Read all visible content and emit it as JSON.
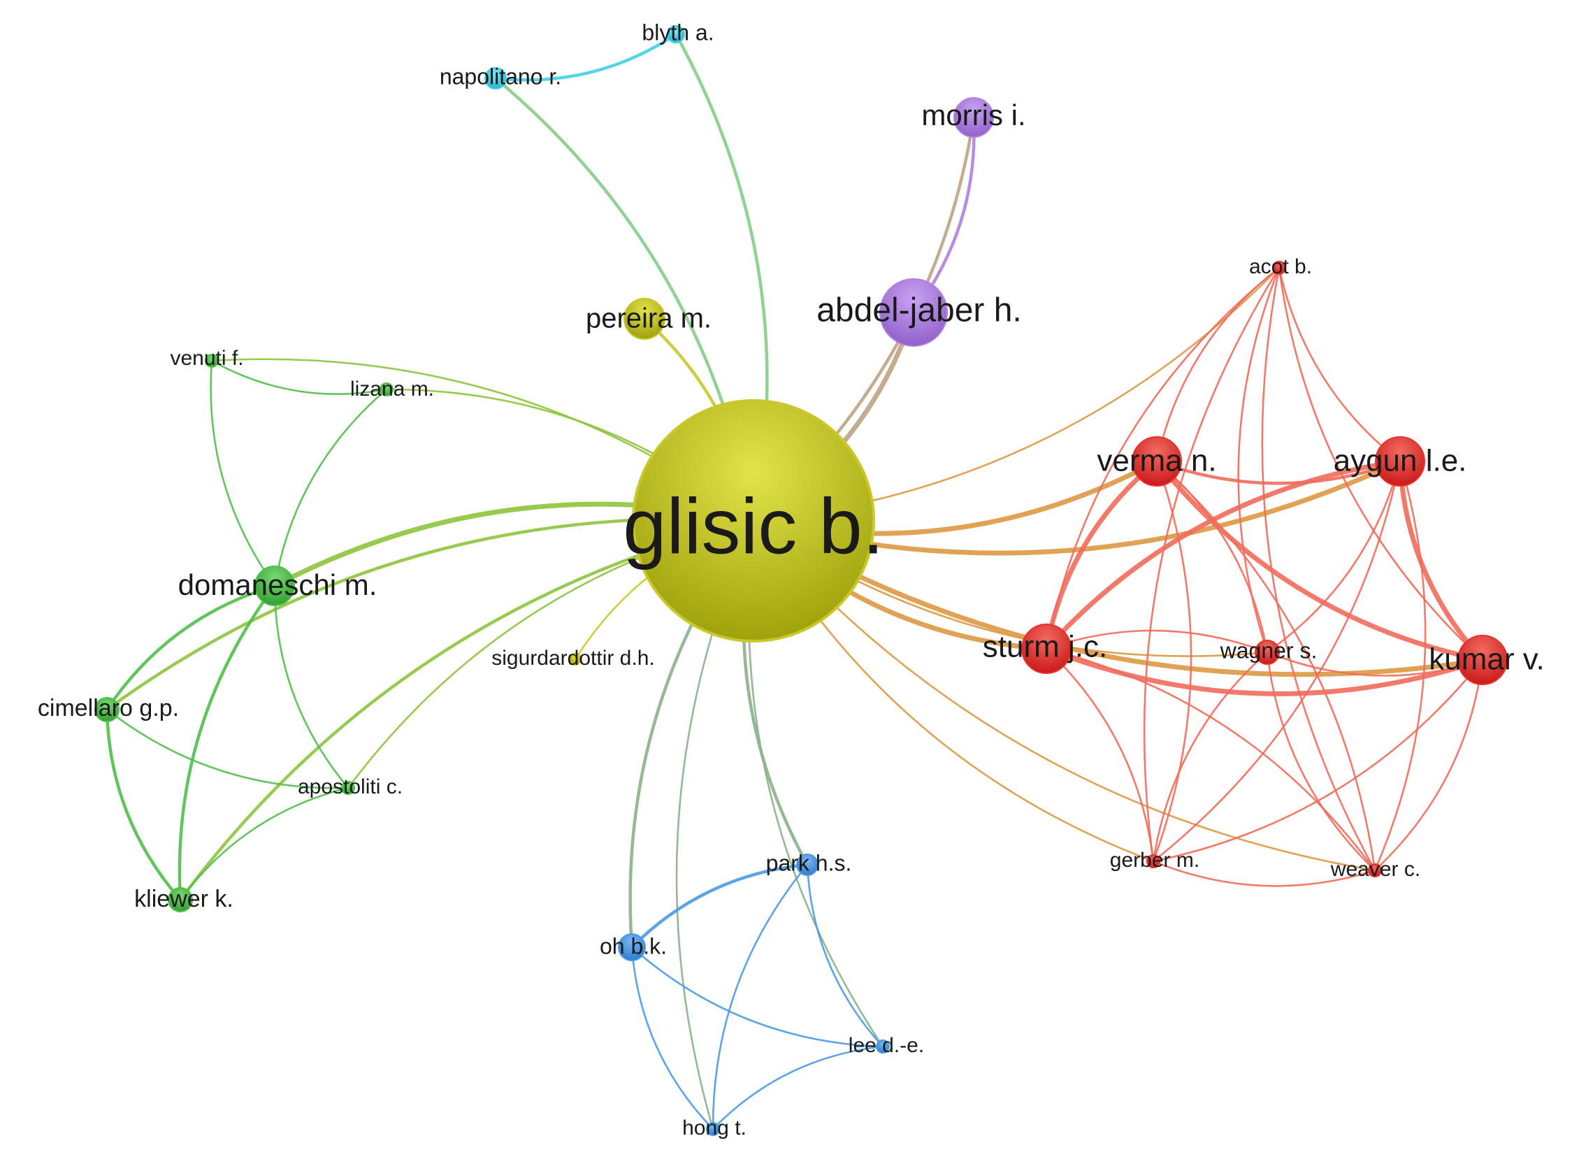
{
  "network": {
    "nodes": [
      {
        "id": "glisic",
        "label": "glisic b.",
        "cluster": "yellow"
      },
      {
        "id": "abdel",
        "label": "abdel-jaber h.",
        "cluster": "purple"
      },
      {
        "id": "morris",
        "label": "morris i.",
        "cluster": "purple"
      },
      {
        "id": "pereira",
        "label": "pereira m.",
        "cluster": "yellow"
      },
      {
        "id": "sigurd",
        "label": "sigurdardottir d.h.",
        "cluster": "yellow"
      },
      {
        "id": "blyth",
        "label": "blyth a.",
        "cluster": "cyan"
      },
      {
        "id": "napol",
        "label": "napolitano r.",
        "cluster": "cyan"
      },
      {
        "id": "venuti",
        "label": "venuti f.",
        "cluster": "green"
      },
      {
        "id": "lizana",
        "label": "lizana m.",
        "cluster": "green"
      },
      {
        "id": "domanes",
        "label": "domaneschi m.",
        "cluster": "green"
      },
      {
        "id": "cimellaro",
        "label": "cimellaro g.p.",
        "cluster": "green"
      },
      {
        "id": "apost",
        "label": "apostoliti c.",
        "cluster": "green"
      },
      {
        "id": "kliewer",
        "label": "kliewer k.",
        "cluster": "green"
      },
      {
        "id": "park",
        "label": "park h.s.",
        "cluster": "blue"
      },
      {
        "id": "oh",
        "label": "oh b.k.",
        "cluster": "blue"
      },
      {
        "id": "lee",
        "label": "lee d.-e.",
        "cluster": "blue"
      },
      {
        "id": "hong",
        "label": "hong t.",
        "cluster": "blue"
      },
      {
        "id": "acot",
        "label": "acot b.",
        "cluster": "red"
      },
      {
        "id": "verma",
        "label": "verma n.",
        "cluster": "red"
      },
      {
        "id": "aygun",
        "label": "aygun l.e.",
        "cluster": "red"
      },
      {
        "id": "sturm",
        "label": "sturm j.c.",
        "cluster": "red"
      },
      {
        "id": "wagner",
        "label": "wagner s.",
        "cluster": "red"
      },
      {
        "id": "kumar",
        "label": "kumar v.",
        "cluster": "red"
      },
      {
        "id": "gerber",
        "label": "gerber m.",
        "cluster": "red"
      },
      {
        "id": "weaver",
        "label": "weaver c.",
        "cluster": "red"
      }
    ],
    "edges": [
      [
        "glisic",
        "abdel",
        3
      ],
      [
        "glisic",
        "morris",
        2
      ],
      [
        "abdel",
        "morris",
        2
      ],
      [
        "glisic",
        "pereira",
        2
      ],
      [
        "glisic",
        "sigurd",
        1
      ],
      [
        "glisic",
        "blyth",
        2
      ],
      [
        "glisic",
        "napol",
        2
      ],
      [
        "napol",
        "blyth",
        2
      ],
      [
        "glisic",
        "venuti",
        1
      ],
      [
        "glisic",
        "lizana",
        1
      ],
      [
        "glisic",
        "domanes",
        3
      ],
      [
        "glisic",
        "cimellaro",
        2
      ],
      [
        "glisic",
        "apost",
        1
      ],
      [
        "glisic",
        "kliewer",
        2
      ],
      [
        "venuti",
        "lizana",
        1
      ],
      [
        "venuti",
        "domanes",
        1
      ],
      [
        "lizana",
        "domanes",
        1
      ],
      [
        "domanes",
        "cimellaro",
        2
      ],
      [
        "domanes",
        "kliewer",
        2
      ],
      [
        "domanes",
        "apost",
        1
      ],
      [
        "cimellaro",
        "kliewer",
        2
      ],
      [
        "cimellaro",
        "apost",
        1
      ],
      [
        "apost",
        "kliewer",
        1
      ],
      [
        "glisic",
        "park",
        2
      ],
      [
        "glisic",
        "oh",
        2
      ],
      [
        "glisic",
        "lee",
        1
      ],
      [
        "glisic",
        "hong",
        1
      ],
      [
        "park",
        "oh",
        2
      ],
      [
        "park",
        "lee",
        1
      ],
      [
        "park",
        "hong",
        1
      ],
      [
        "oh",
        "lee",
        1
      ],
      [
        "oh",
        "hong",
        1
      ],
      [
        "lee",
        "hong",
        1
      ],
      [
        "glisic",
        "verma",
        3
      ],
      [
        "glisic",
        "aygun",
        3
      ],
      [
        "glisic",
        "sturm",
        3
      ],
      [
        "glisic",
        "kumar",
        3
      ],
      [
        "glisic",
        "acot",
        1
      ],
      [
        "glisic",
        "wagner",
        1
      ],
      [
        "glisic",
        "gerber",
        1
      ],
      [
        "glisic",
        "weaver",
        1
      ],
      [
        "verma",
        "aygun",
        2
      ],
      [
        "verma",
        "sturm",
        3
      ],
      [
        "verma",
        "kumar",
        3
      ],
      [
        "aygun",
        "sturm",
        3
      ],
      [
        "aygun",
        "kumar",
        3
      ],
      [
        "sturm",
        "kumar",
        3
      ],
      [
        "acot",
        "verma",
        1
      ],
      [
        "acot",
        "aygun",
        1
      ],
      [
        "acot",
        "sturm",
        1
      ],
      [
        "acot",
        "kumar",
        1
      ],
      [
        "acot",
        "wagner",
        1
      ],
      [
        "acot",
        "gerber",
        1
      ],
      [
        "acot",
        "weaver",
        1
      ],
      [
        "wagner",
        "verma",
        1
      ],
      [
        "wagner",
        "aygun",
        1
      ],
      [
        "wagner",
        "sturm",
        1
      ],
      [
        "wagner",
        "kumar",
        1
      ],
      [
        "wagner",
        "gerber",
        1
      ],
      [
        "wagner",
        "weaver",
        1
      ],
      [
        "gerber",
        "verma",
        1
      ],
      [
        "gerber",
        "aygun",
        1
      ],
      [
        "gerber",
        "sturm",
        1
      ],
      [
        "gerber",
        "kumar",
        1
      ],
      [
        "gerber",
        "weaver",
        1
      ],
      [
        "weaver",
        "verma",
        1
      ],
      [
        "weaver",
        "aygun",
        1
      ],
      [
        "weaver",
        "sturm",
        1
      ],
      [
        "weaver",
        "kumar",
        1
      ]
    ],
    "colors": {
      "yellow": "#c8c82a",
      "purple": "#b07fe0",
      "cyan": "#3fd0e6",
      "green": "#4fc04a",
      "blue": "#4a9ae6",
      "red": "#e6342c",
      "red_edge": "#f26a5a"
    }
  }
}
